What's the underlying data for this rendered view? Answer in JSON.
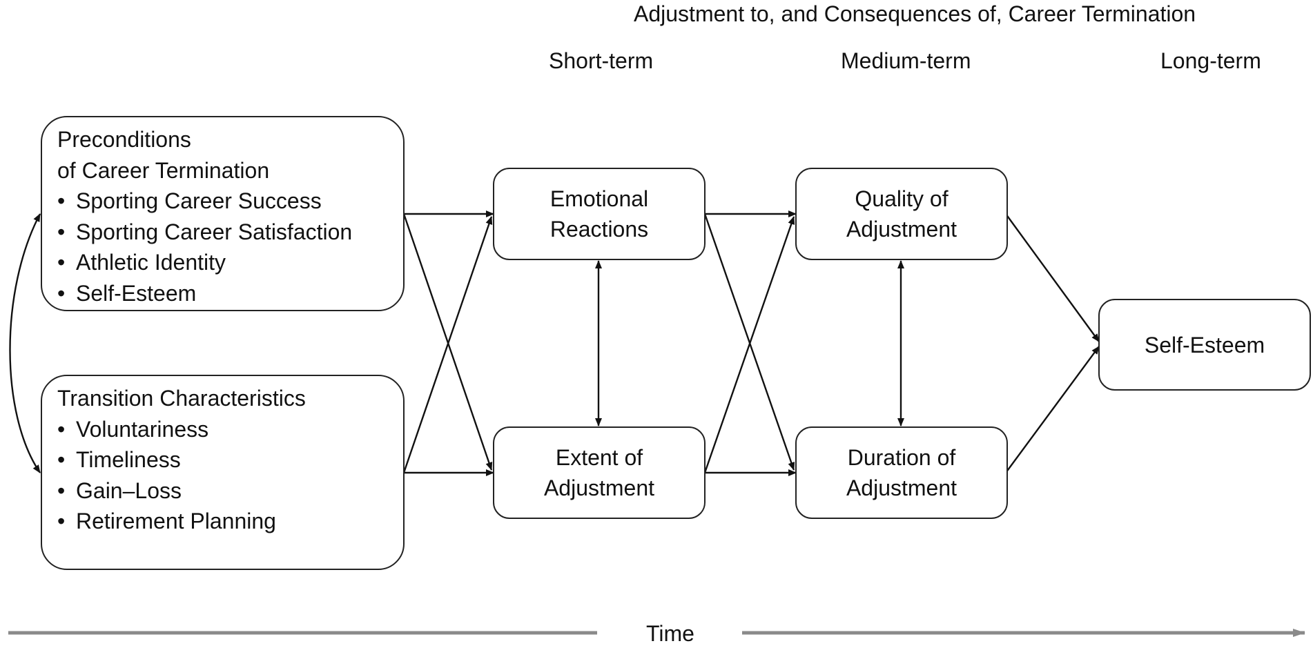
{
  "header": {
    "title": "Adjustment to, and Consequences of, Career Termination",
    "phases": [
      "Short-term",
      "Medium-term",
      "Long-term"
    ]
  },
  "nodes": {
    "preconditions": {
      "title_line1": "Preconditions",
      "title_line2": "of Career Termination",
      "items": [
        "Sporting Career Success",
        "Sporting Career Satisfaction",
        "Athletic Identity",
        "Self-Esteem"
      ]
    },
    "transition": {
      "title": "Transition Characteristics",
      "items": [
        "Voluntariness",
        "Timeliness",
        "Gain–Loss",
        "Retirement Planning"
      ]
    },
    "emotional": {
      "line1": "Emotional",
      "line2": "Reactions"
    },
    "extent": {
      "line1": "Extent of",
      "line2": "Adjustment"
    },
    "quality": {
      "line1": "Quality of",
      "line2": "Adjustment"
    },
    "duration": {
      "line1": "Duration of",
      "line2": "Adjustment"
    },
    "selfesteem": {
      "label": "Self-Esteem"
    }
  },
  "time_axis": {
    "label": "Time"
  },
  "colors": {
    "stroke": "#111111",
    "time_axis": "#8a8a8a"
  }
}
